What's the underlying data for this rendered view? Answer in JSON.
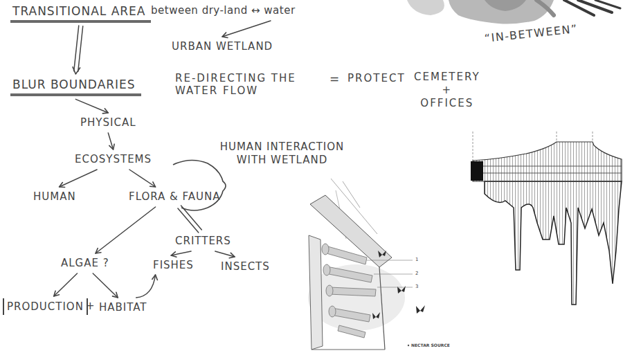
{
  "diagram": {
    "nodes": [
      {
        "text": [
          "TRANSITIONAL AREA"
        ]
      },
      {
        "text": [
          "between dry-land ↔ water"
        ]
      },
      {
        "text": [
          "URBAN WETLAND"
        ]
      },
      {
        "text": [
          "BLUR BOUNDARIES"
        ]
      },
      {
        "text": [
          "RE-DIRECTING THE WATER FLOW"
        ]
      },
      {
        "text": [
          "PHYSICAL"
        ]
      },
      {
        "text": [
          "ECOSYSTEMS"
        ]
      },
      {
        "text": [
          "HUMAN"
        ]
      },
      {
        "text": [
          "FLORA & FAUNA"
        ]
      },
      {
        "text": [
          "CRITTERS"
        ]
      },
      {
        "text": [
          "ALGAE ?"
        ]
      },
      {
        "text": [
          "FISHES"
        ]
      },
      {
        "text": [
          "INSECTS"
        ]
      },
      {
        "text": [
          "PRODUCTION"
        ]
      },
      {
        "text": [
          "HABITAT"
        ]
      }
    ],
    "edges": [
      {
        "from": 0,
        "to": 3,
        "arrow": "to"
      },
      {
        "from": 1,
        "to": 2,
        "arrow": "to"
      },
      {
        "from": 3,
        "to": 5,
        "arrow": "to"
      },
      {
        "from": 5,
        "to": 6,
        "arrow": "to"
      },
      {
        "from": 6,
        "to": 7,
        "arrow": "to"
      },
      {
        "from": 6,
        "to": 8,
        "arrow": "to"
      },
      {
        "from": 8,
        "to": 9,
        "arrow": "none"
      },
      {
        "from": 8,
        "to": 10,
        "arrow": "to"
      },
      {
        "from": 9,
        "to": 11,
        "arrow": "to"
      },
      {
        "from": 9,
        "to": 12,
        "arrow": "to"
      },
      {
        "from": 10,
        "to": 13,
        "arrow": "to"
      },
      {
        "from": 10,
        "to": 14,
        "arrow": "to"
      },
      {
        "from": 14,
        "to": 11,
        "arrow": "to"
      }
    ],
    "labels": [
      "=",
      "PROTECT",
      "CEMETERY + OFFICES",
      "“IN-BETWEEN”",
      "HUMAN INTERACTION WITH WETLAND",
      "+",
      "1",
      "2",
      "3",
      "NECTAR SOURCE"
    ]
  }
}
